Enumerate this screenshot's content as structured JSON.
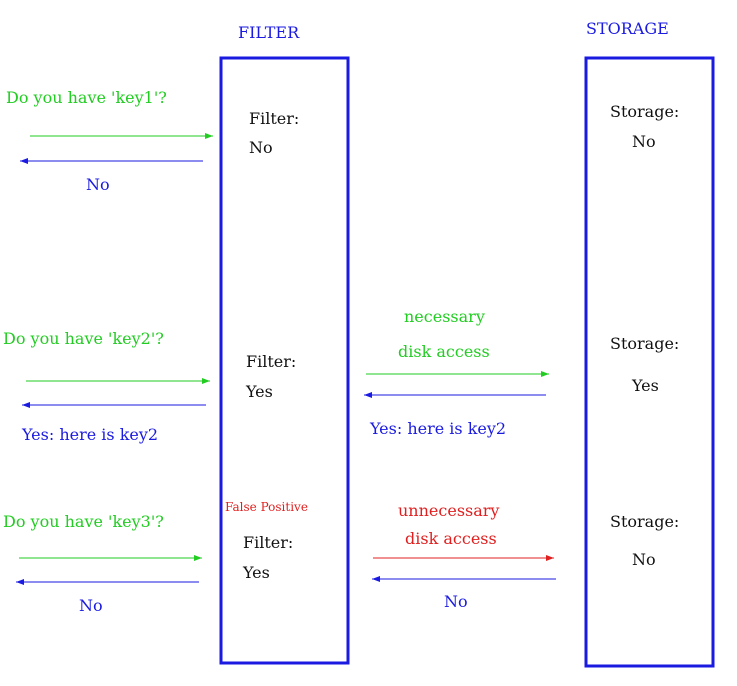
{
  "colors": {
    "query": "#22cc22",
    "reply": "#1a1ae0",
    "text": "#111111",
    "false_positive": "#e02020",
    "box": "#1a1ae0"
  },
  "headers": {
    "filter": "FILTER",
    "storage": "STORAGE"
  },
  "query1": {
    "question": "Do you have 'key1'?",
    "reply": "No",
    "filter_label": "Filter:",
    "filter_value": "No",
    "storage_label": "Storage:",
    "storage_value": "No"
  },
  "query2": {
    "question": "Do you have 'key2'?",
    "reply": "Yes: here is key2",
    "filter_label": "Filter:",
    "filter_value": "Yes",
    "access_line1": "necessary",
    "access_line2": "disk access",
    "storage_reply": "Yes: here is key2",
    "storage_label": "Storage:",
    "storage_value": "Yes"
  },
  "query3": {
    "question": "Do you have 'key3'?",
    "reply": "No",
    "false_positive": "False Positive",
    "filter_label": "Filter:",
    "filter_value": "Yes",
    "access_line1": "unnecessary",
    "access_line2": "disk access",
    "storage_reply": "No",
    "storage_label": "Storage:",
    "storage_value": "No"
  }
}
